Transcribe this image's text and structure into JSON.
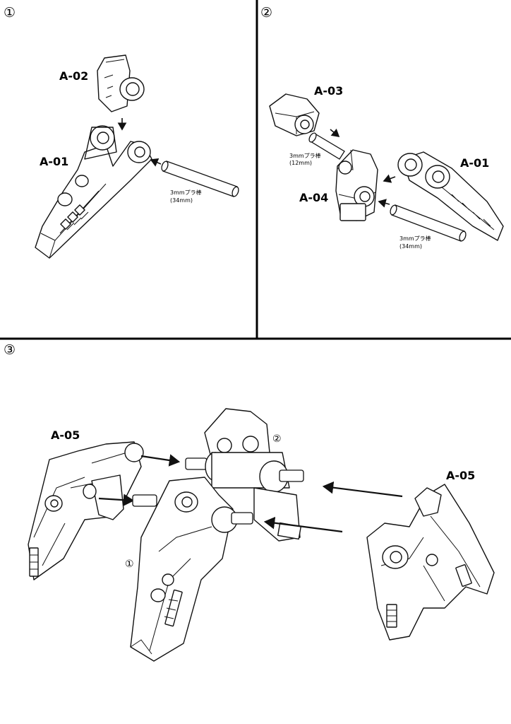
{
  "steps": {
    "step1": {
      "number": "①",
      "parts": {
        "top": "A-02",
        "main": "A-01"
      },
      "rod": {
        "line1": "3mmプラ棒",
        "line2": "(34mm)"
      }
    },
    "step2": {
      "number": "②",
      "parts": {
        "head": "A-03",
        "leg": "A-01",
        "body": "A-04"
      },
      "rod_short": {
        "line1": "3mmプラ棒",
        "line2": "(12mm)"
      },
      "rod_long": {
        "line1": "3mmプラ棒",
        "line2": "(34mm)"
      }
    },
    "step3": {
      "number": "③",
      "parts": {
        "left": "A-05",
        "right": "A-05"
      },
      "refs": {
        "sub1": "①",
        "sub2": "②"
      }
    }
  },
  "arrow_markers": {
    "rod_push": "→",
    "down": "↓"
  }
}
